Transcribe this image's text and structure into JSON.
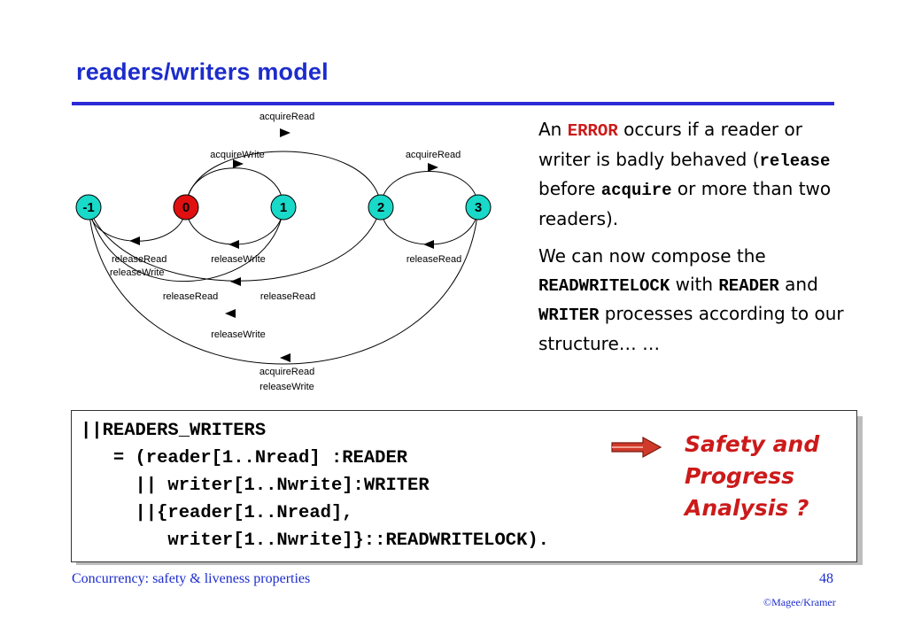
{
  "slide": {
    "title": "readers/writers model"
  },
  "diagram": {
    "states": [
      "-1",
      "0",
      "1",
      "2",
      "3"
    ],
    "state_colors": {
      "error": "#e01010",
      "normal": "#19d9c9"
    },
    "labels": {
      "top_acquire_read": "acquireRead",
      "acquire_write": "acquireWrite",
      "acquire_read_right": "acquireRead",
      "release_read_left": "releaseRead",
      "release_write_left": "releaseWrite",
      "release_write_mid": "releaseWrite",
      "release_read_right": "releaseRead",
      "release_read_low1": "releaseRead",
      "release_read_low2": "releaseRead",
      "release_write_low": "releaseWrite",
      "bottom_acquire_read": "acquireRead",
      "bottom_release_write": "releaseWrite"
    }
  },
  "text": {
    "p1_a": "An ",
    "p1_error": "ERROR",
    "p1_b": " occurs if a reader or writer is badly behaved (",
    "p1_release": "release",
    "p1_c": " before ",
    "p1_acquire": "acquire",
    "p1_d": " or more than two readers).",
    "p2_a": "We can now compose the ",
    "p2_rwl": "READWRITELOCK",
    "p2_b": " with ",
    "p2_reader": "READER",
    "p2_c": " and ",
    "p2_writer": "WRITER",
    "p2_d": " processes according to our structure… …"
  },
  "code": {
    "lines": [
      "||READERS_WRITERS",
      "   = (reader[1..Nread] :READER",
      "     || writer[1..Nwrite]:WRITER",
      "     ||{reader[1..Nread],",
      "        writer[1..Nwrite]}::READWRITELOCK)."
    ]
  },
  "callout": {
    "line1": "Safety and",
    "line2": "Progress",
    "line3": "Analysis ?"
  },
  "footer": {
    "course": "Concurrency: safety & liveness properties",
    "page": "48",
    "copyright": "©Magee/Kramer"
  }
}
